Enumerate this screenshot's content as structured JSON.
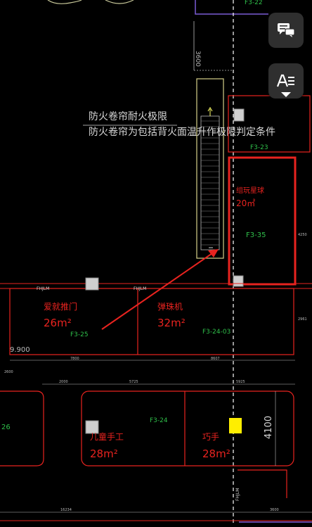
{
  "annotations": {
    "line1": "防火卷帘耐火极限",
    "line2": "防火卷帘为包括背火面温升作极限判定条件"
  },
  "dimensions": {
    "top_vertical": "3600",
    "left_bottom": "9.900",
    "row_y": [
      "7800",
      "8607"
    ],
    "row_b": [
      "2000",
      "5725",
      "5925"
    ],
    "right_4100": "4100",
    "bottom": "16234",
    "bottom_right": "3600",
    "side_a": "2600",
    "side_b": "2961",
    "side_c": "4250"
  },
  "labels": {
    "door_fhjlm_1": "FHJLM",
    "door_fhjlm_2": "FHJLM",
    "door_fhjlm_3": "FHJLM",
    "f3_22": "F3-22",
    "f3_23": "F3-23",
    "f3_35": "F3-35",
    "f3_25": "F3-25",
    "f3_24_03": "F3-24-03",
    "f3_24": "F3-24",
    "f3_26": "26",
    "f3_num": "4100"
  },
  "rooms": {
    "room1": {
      "name": "组玩星球",
      "area": "20㎡"
    },
    "room2": {
      "name": "爱就推门",
      "area": "26m²"
    },
    "room3": {
      "name": "弹珠机",
      "area": "32m²"
    },
    "room4": {
      "name": "儿童手工",
      "area": "28m²"
    },
    "room5": {
      "name": "巧手",
      "area": "28m²"
    }
  },
  "colors": {
    "background": "#000000",
    "red_wall": "#e8231f",
    "green_label": "#2fbf4a",
    "cad_white": "#d8d8d8",
    "stair_yellow": "#d6d08a",
    "marker_yellow": "#ffee00",
    "fab_bg": "#2f2f2f"
  },
  "icons": {
    "fab_chat": "chat-bubbles-icon",
    "fab_text": "text-format-icon"
  }
}
